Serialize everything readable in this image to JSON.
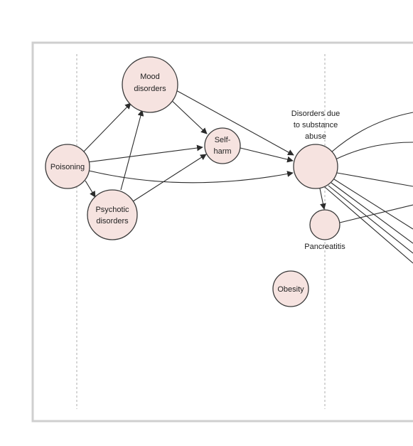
{
  "nodes": {
    "mood": [
      "Mood",
      "disorders"
    ],
    "selfharm": [
      "Self-",
      "harm"
    ],
    "poisoning": [
      "Poisoning"
    ],
    "psychotic": [
      "Psychotic",
      "disorders"
    ],
    "substance": [
      "Disorders due",
      "to substance",
      "abuse"
    ],
    "pancreatitis": [
      "Pancreatitis"
    ],
    "obesity": [
      "Obesity"
    ]
  },
  "colors": {
    "node_fill": "#f6e3e0",
    "node_stroke": "#3a3a3a",
    "edge": "#2b2b2b",
    "frame": "#cfcfcf"
  }
}
